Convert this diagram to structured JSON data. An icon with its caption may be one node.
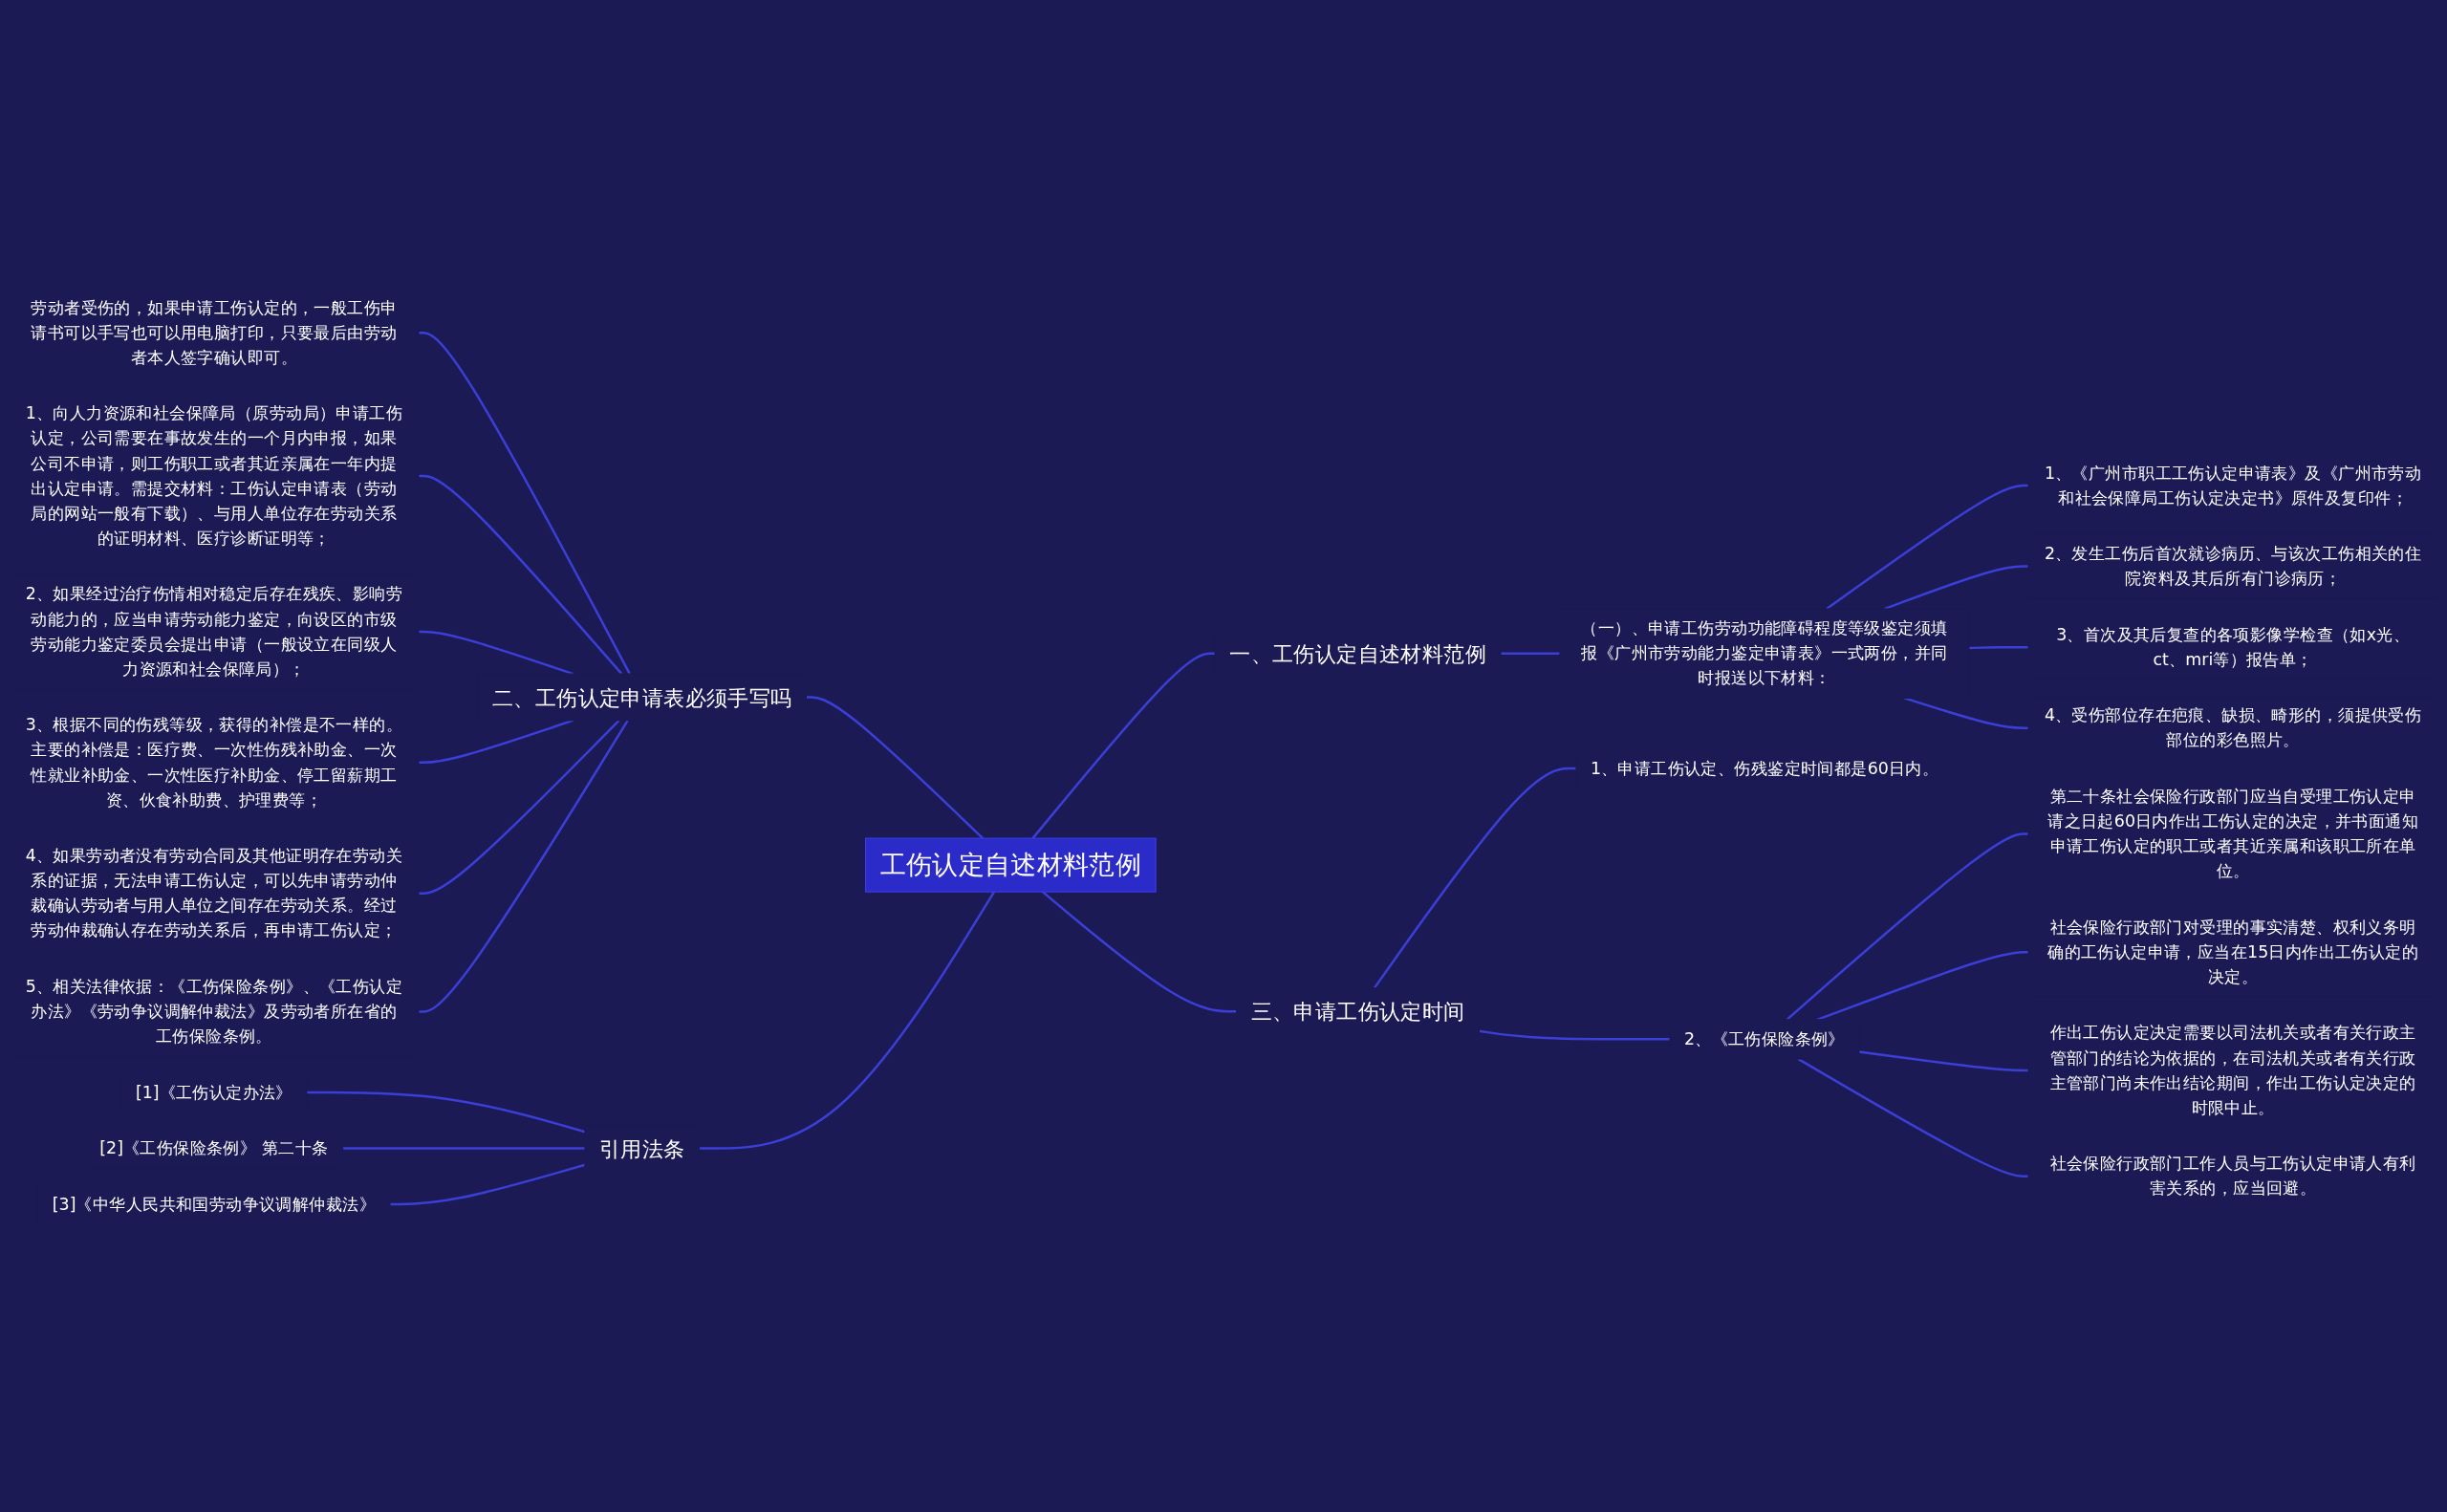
{
  "diagram": {
    "nodes": [
      {
        "text": [
          "工伤认定自述材料范例"
        ]
      },
      {
        "text": [
          "二、工伤认定申请表必须手写吗"
        ]
      },
      {
        "text": [
          "劳动者受伤的，如果申请工伤认定的，一般工伤申请书可以手写也可以用电脑打印，只要最后由劳动者本人签字确认即可。"
        ]
      },
      {
        "text": [
          "1、向人力资源和社会保障局（原劳动局）申请工伤认定，公司需要在事故发生的一个月内申报，如果公司不申请，则工伤职工或者其近亲属在一年内提出认定申请。需提交材料：工伤认定申请表（劳动局的网站一般有下载）、与用人单位存在劳动关系的证明材料、医疗诊断证明等；"
        ]
      },
      {
        "text": [
          "2、如果经过治疗伤情相对稳定后存在残疾、影响劳动能力的，应当申请劳动能力鉴定，向设区的市级劳动能力鉴定委员会提出申请（一般设立在同级人力资源和社会保障局）；"
        ]
      },
      {
        "text": [
          "3、根据不同的伤残等级，获得的补偿是不一样的。主要的补偿是：医疗费、一次性伤残补助金、一次性就业补助金、一次性医疗补助金、停工留薪期工资、伙食补助费、护理费等；"
        ]
      },
      {
        "text": [
          "4、如果劳动者没有劳动合同及其他证明存在劳动关系的证据，无法申请工伤认定，可以先申请劳动仲裁确认劳动者与用人单位之间存在劳动关系。经过劳动仲裁确认存在劳动关系后，再申请工伤认定；"
        ]
      },
      {
        "text": [
          "5、相关法律依据：《工伤保险条例》、《工伤认定办法》《劳动争议调解仲裁法》及劳动者所在省的工伤保险条例。"
        ]
      },
      {
        "text": [
          "引用法条"
        ]
      },
      {
        "text": [
          "[1]《工伤认定办法》"
        ]
      },
      {
        "text": [
          "[2]《工伤保险条例》 第二十条"
        ]
      },
      {
        "text": [
          "[3]《中华人民共和国劳动争议调解仲裁法》"
        ]
      },
      {
        "text": [
          "一、工伤认定自述材料范例"
        ]
      },
      {
        "text": [
          "（一）、申请工伤劳动功能障碍程度等级鉴定须填报《广州市劳动能力鉴定申请表》一式两份，并同时报送以下材料："
        ]
      },
      {
        "text": [
          "1、《广州市职工工伤认定申请表》及《广州市劳动和社会保障局工伤认定决定书》原件及复印件；"
        ]
      },
      {
        "text": [
          "2、发生工伤后首次就诊病历、与该次工伤相关的住院资料及其后所有门诊病历；"
        ]
      },
      {
        "text": [
          "3、首次及其后复查的各项影像学检查（如x光、ct、mri等）报告单；"
        ]
      },
      {
        "text": [
          "4、受伤部位存在疤痕、缺损、畸形的，须提供受伤部位的彩色照片。"
        ]
      },
      {
        "text": [
          "三、申请工伤认定时间"
        ]
      },
      {
        "text": [
          "1、申请工伤认定、伤残鉴定时间都是60日内。"
        ]
      },
      {
        "text": [
          "2、《工伤保险条例》"
        ]
      },
      {
        "text": [
          "第二十条社会保险行政部门应当自受理工伤认定申请之日起60日内作出工伤认定的决定，并书面通知申请工伤认定的职工或者其近亲属和该职工所在单位。"
        ]
      },
      {
        "text": [
          "社会保险行政部门对受理的事实清楚、权利义务明确的工伤认定申请，应当在15日内作出工伤认定的决定。"
        ]
      },
      {
        "text": [
          "作出工伤认定决定需要以司法机关或者有关行政主管部门的结论为依据的，在司法机关或者有关行政主管部门尚未作出结论期间，作出工伤认定决定的时限中止。"
        ]
      },
      {
        "text": [
          "社会保险行政部门工作人员与工伤认定申请人有利害关系的，应当回避。"
        ]
      }
    ],
    "edges": [
      {
        "from": 2,
        "to": 1,
        "arrow": "none"
      },
      {
        "from": 3,
        "to": 1,
        "arrow": "none"
      },
      {
        "from": 4,
        "to": 1,
        "arrow": "none"
      },
      {
        "from": 5,
        "to": 1,
        "arrow": "none"
      },
      {
        "from": 6,
        "to": 1,
        "arrow": "none"
      },
      {
        "from": 7,
        "to": 1,
        "arrow": "none"
      },
      {
        "from": 1,
        "to": 0,
        "arrow": "none"
      },
      {
        "from": 9,
        "to": 8,
        "arrow": "none"
      },
      {
        "from": 10,
        "to": 8,
        "arrow": "none"
      },
      {
        "from": 11,
        "to": 8,
        "arrow": "none"
      },
      {
        "from": 8,
        "to": 0,
        "arrow": "none"
      },
      {
        "from": 0,
        "to": 12,
        "arrow": "none"
      },
      {
        "from": 12,
        "to": 13,
        "arrow": "none"
      },
      {
        "from": 13,
        "to": 14,
        "arrow": "none"
      },
      {
        "from": 13,
        "to": 15,
        "arrow": "none"
      },
      {
        "from": 13,
        "to": 16,
        "arrow": "none"
      },
      {
        "from": 13,
        "to": 17,
        "arrow": "none"
      },
      {
        "from": 0,
        "to": 18,
        "arrow": "none"
      },
      {
        "from": 18,
        "to": 19,
        "arrow": "none"
      },
      {
        "from": 18,
        "to": 20,
        "arrow": "none"
      },
      {
        "from": 20,
        "to": 21,
        "arrow": "none"
      },
      {
        "from": 20,
        "to": 22,
        "arrow": "none"
      },
      {
        "from": 20,
        "to": 23,
        "arrow": "none"
      },
      {
        "from": 20,
        "to": 24,
        "arrow": "none"
      }
    ]
  }
}
